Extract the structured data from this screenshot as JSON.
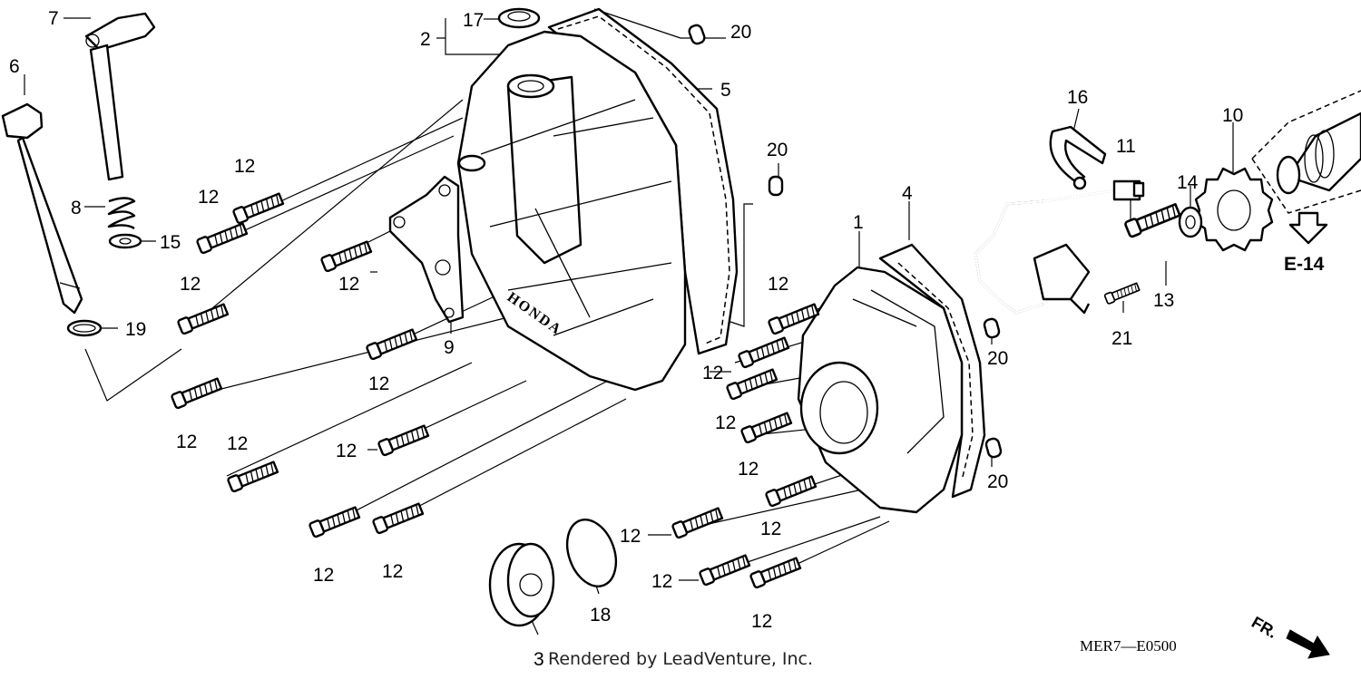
{
  "callouts": {
    "c1": "1",
    "c2": "2",
    "c3": "3",
    "c4": "4",
    "c5": "5",
    "c6": "6",
    "c7": "7",
    "c8": "8",
    "c9": "9",
    "c10": "10",
    "c11": "11",
    "c12": "12",
    "c13": "13",
    "c14": "14",
    "c15": "15",
    "c16": "16",
    "c17": "17",
    "c18": "18",
    "c19": "19",
    "c20": "20",
    "c21": "21"
  },
  "reference": {
    "label": "E-14",
    "arrow_icon": "outline-down-arrow-icon"
  },
  "front_indicator": {
    "label": "FR.",
    "arrow_icon": "black-arrow-icon"
  },
  "diagram_code": "MER7—E0500",
  "credit": "Rendered by LeadVenture, Inc."
}
